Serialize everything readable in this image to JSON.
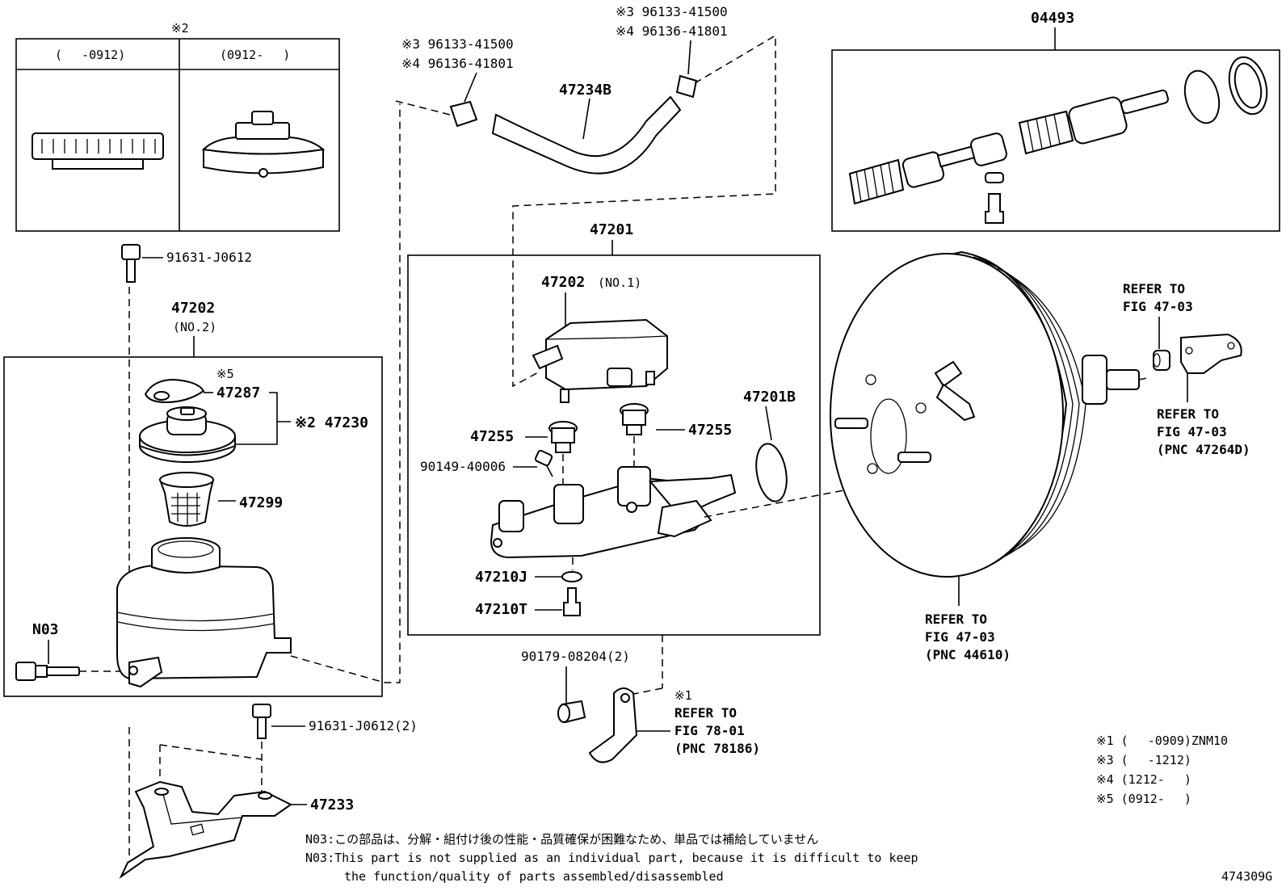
{
  "variant_box": {
    "header_mark": "※2",
    "col_left": "(　 -0912)",
    "col_right": "(0912-　 )"
  },
  "hose": {
    "label": "47234B",
    "clamp_left": {
      "ref3": "※3 96133-41500",
      "ref4": "※4 96136-41801"
    },
    "clamp_right": {
      "ref3": "※3 96133-41500",
      "ref4": "※4 96136-41801"
    }
  },
  "kit": {
    "label": "04493"
  },
  "master_cylinder": {
    "label": "47201",
    "reservoir_no1": "47202",
    "reservoir_no1_suffix": "(NO.1)",
    "grommet_left": "47255",
    "grommet_right": "47255",
    "bolt": "90149-40006",
    "gasket": "47201B",
    "washer": "47210J",
    "plug": "47210T"
  },
  "reservoir_group": {
    "bolt_top": "91631-J0612",
    "label": "47202",
    "label_suffix": "(NO.2)",
    "mark5": "※5",
    "gasket": "47287",
    "cap_assy": "※2 47230",
    "strainer": "47299",
    "n03": "N03"
  },
  "bracket": {
    "bolt": "91631-J0612(2)",
    "label": "47233"
  },
  "nut_clip": {
    "nut": "90179-08204(2)",
    "mark": "※1",
    "refer": "REFER TO",
    "fig": "FIG 78-01",
    "pnc": "(PNC 78186)"
  },
  "booster_refs": {
    "top_refer": "REFER TO",
    "top_fig": "FIG 47-03",
    "side_refer": "REFER TO",
    "side_fig": "FIG 47-03",
    "side_pnc": "(PNC 47264D)",
    "bottom_refer": "REFER TO",
    "bottom_fig": "FIG 47-03",
    "bottom_pnc": "(PNC 44610)"
  },
  "legend": [
    "※1 (　 -0909)ZNM10",
    "※3 (　 -1212)",
    "※4 (1212-　 )",
    "※5 (0912-　 )"
  ],
  "footnotes": {
    "jp": "N03:この部品は、分解・組付け後の性能・品質確保が困難なため、単品では補給していません",
    "en1": "N03:This part is not supplied as an individual part, because it is difficult to keep",
    "en2": "the function/quality of parts assembled/disassembled"
  },
  "figure_id": "474309G"
}
